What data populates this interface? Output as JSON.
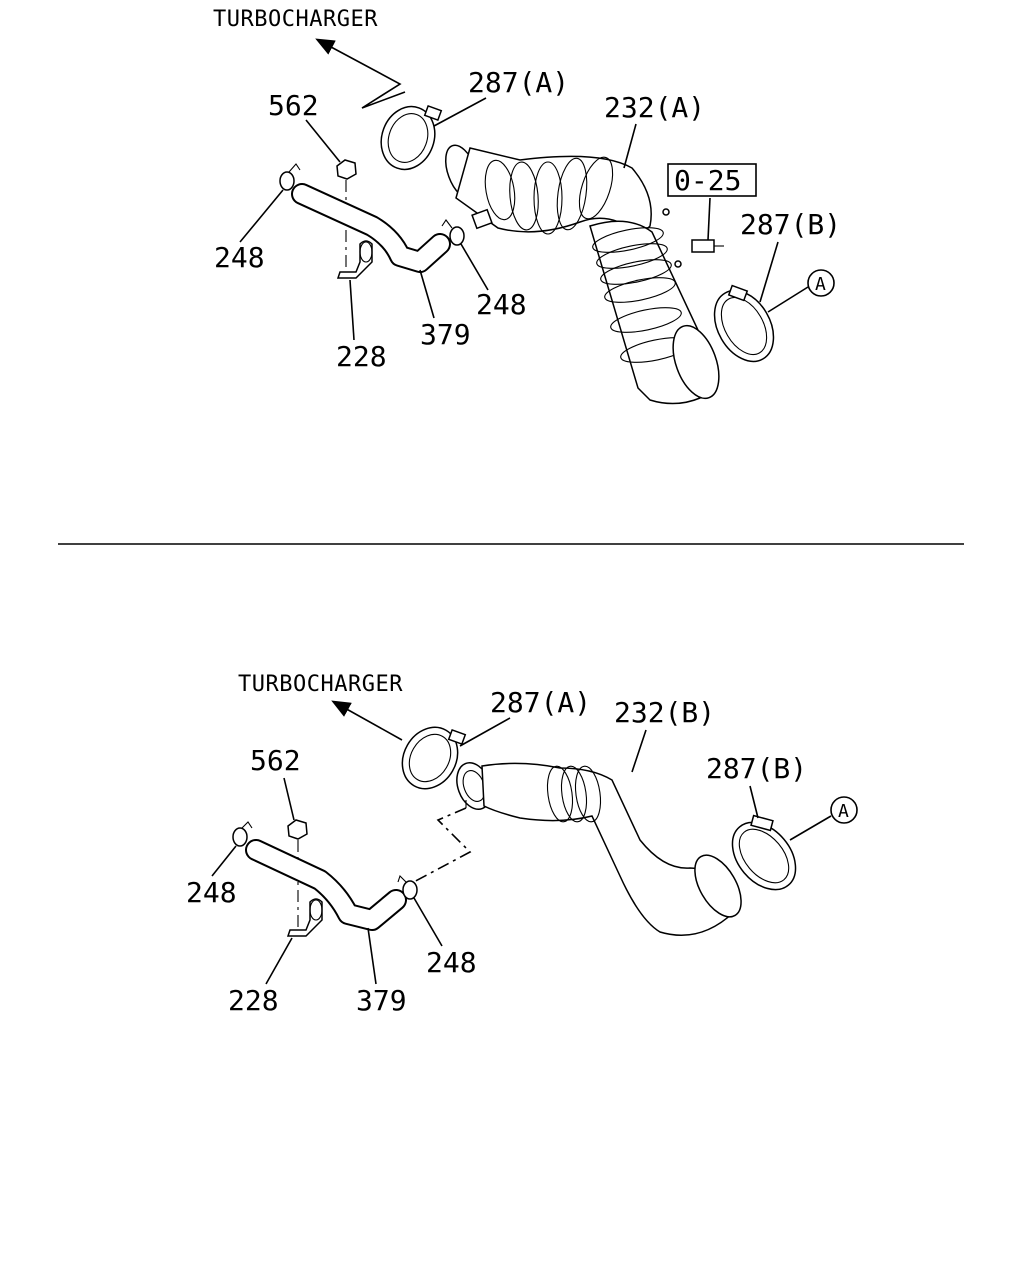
{
  "top_diagram": {
    "direction_label": "TURBOCHARGER",
    "labels": {
      "p562": "562",
      "p287a": "287(A)",
      "p232a": "232(A)",
      "p025": "0-25",
      "p287b": "287(B)",
      "circle_a": "A",
      "p248_left": "248",
      "p248_right": "248",
      "p379": "379",
      "p228": "228"
    }
  },
  "bottom_diagram": {
    "direction_label": "TURBOCHARGER",
    "labels": {
      "p287a": "287(A)",
      "p232b": "232(B)",
      "p562": "562",
      "p287b": "287(B)",
      "circle_a": "A",
      "p248_left": "248",
      "p248_right": "248",
      "p228": "228",
      "p379": "379"
    }
  }
}
